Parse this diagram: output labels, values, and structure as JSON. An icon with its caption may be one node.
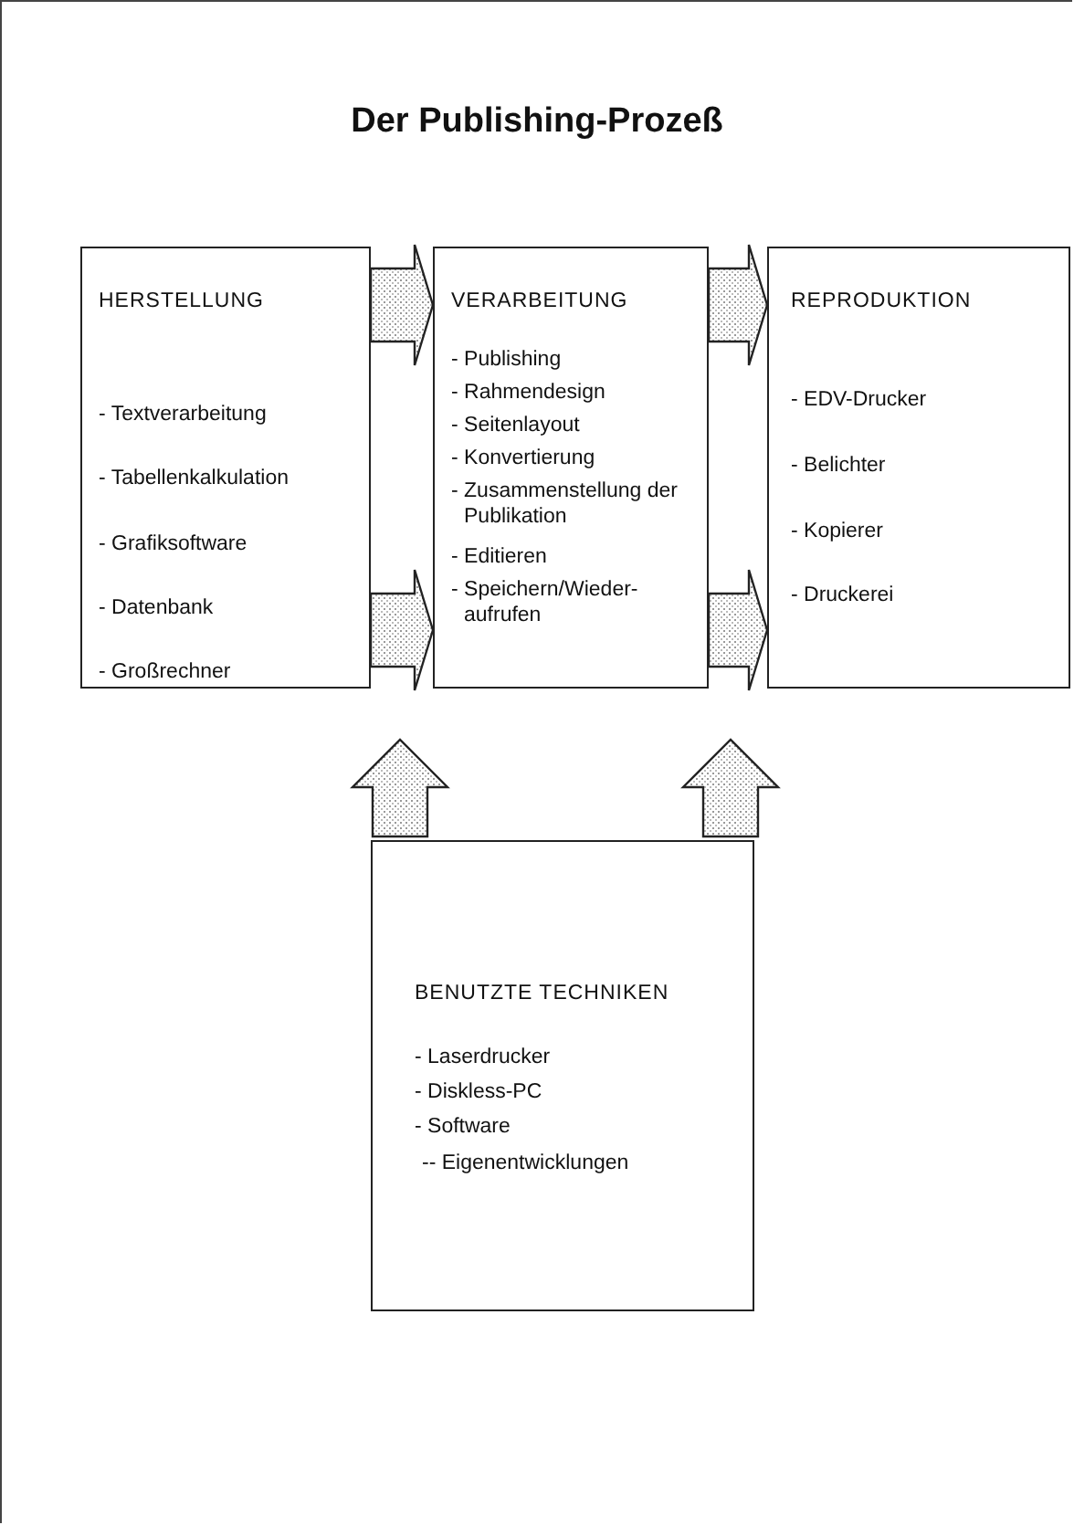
{
  "diagram": {
    "title": "Der Publishing-Prozeß",
    "nodes": [
      {
        "text": [
          "HERSTELLUNG",
          "- Textverarbeitung",
          "- Tabellenkalkulation",
          "- Grafiksoftware",
          "- Datenbank",
          "- Großrechner"
        ]
      },
      {
        "text": [
          "VERARBEITUNG",
          "- Publishing",
          "- Rahmendesign",
          "- Seitenlayout",
          "- Konvertierung",
          "- Zusammenstellung der Publikation",
          "- Editieren",
          "- Speichern/Wieder-aufrufen"
        ]
      },
      {
        "text": [
          "REPRODUKTION",
          "- EDV-Drucker",
          "- Belichter",
          "- Kopierer",
          "- Druckerei"
        ]
      },
      {
        "text": [
          "BENUTZTE TECHNIKEN",
          "- Laserdrucker",
          "- Diskless-PC",
          "- Software",
          "-- Eigenentwicklungen"
        ]
      }
    ],
    "edges": [
      {
        "from": 0,
        "to": 1,
        "arrow": "to"
      },
      {
        "from": 0,
        "to": 1,
        "arrow": "to"
      },
      {
        "from": 1,
        "to": 2,
        "arrow": "to"
      },
      {
        "from": 1,
        "to": 2,
        "arrow": "to"
      },
      {
        "from": 3,
        "to": null,
        "arrow": "to"
      },
      {
        "from": 3,
        "to": null,
        "arrow": "to"
      }
    ]
  }
}
